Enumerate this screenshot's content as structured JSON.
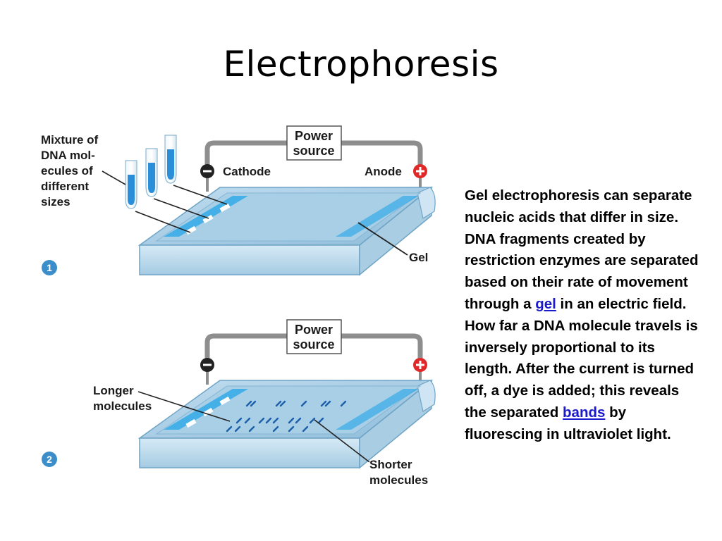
{
  "slide": {
    "title": "Electrophoresis"
  },
  "diagram1": {
    "step": "1",
    "power_source": [
      "Power",
      "source"
    ],
    "cathode_label": "Cathode",
    "anode_label": "Anode",
    "mixture_label": [
      "Mixture of",
      "DNA mol-",
      "ecules of",
      "different",
      "sizes"
    ],
    "gel_label": "Gel"
  },
  "diagram2": {
    "step": "2",
    "power_source": [
      "Power",
      "source"
    ],
    "longer_label": [
      "Longer",
      "molecules"
    ],
    "shorter_label": [
      "Shorter",
      "molecules"
    ]
  },
  "text": {
    "p1_before": "Gel electrophoresis can separate nucleic acids that differ in size. DNA fragments created by restriction enzymes are separated based on their rate of movement through a",
    "p1_link": "gel",
    "p1_after": "in an electric field.",
    "p2_before": "How far a DNA molecule travels is inversely proportional to its length. After the current is turned off, a dye is added; this reveals the separated",
    "p2_link": "bands",
    "p2_after": "by fluorescing in ultraviolet light."
  },
  "colors": {
    "tray": "#b7d9ec",
    "tray_dark": "#7fb3d2",
    "gel": "#9ec7e2",
    "buffer": "#2fa8e6",
    "wire": "#8e8e8e",
    "step_badge": "#3b8ec9",
    "link": "#1a1acc"
  }
}
